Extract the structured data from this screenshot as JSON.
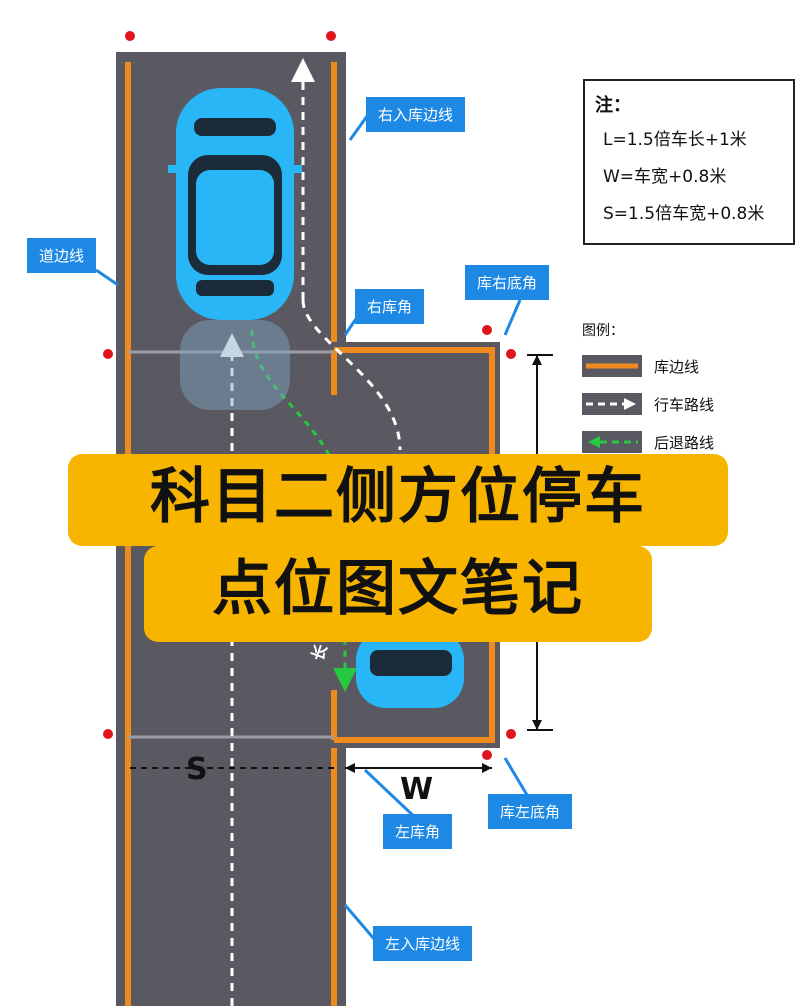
{
  "callouts": {
    "right_entry_edge": "右入库边线",
    "road_edge": "道边线",
    "right_corner": "右库角",
    "bay_right_bottom_corner": "库右底角",
    "left_corner": "左库角",
    "bay_left_bottom_corner": "库左底角",
    "left_entry_edge": "左入库边线"
  },
  "note": {
    "title": "注：",
    "lines": [
      "L=1.5倍车长+1米",
      "W=车宽+0.8米",
      "S=1.5倍车宽+0.8米"
    ]
  },
  "legend": {
    "title": "图例：",
    "items": [
      {
        "label": "库边线",
        "icon": "orange-line-icon"
      },
      {
        "label": "行车路线",
        "icon": "white-dashed-arrow-icon"
      },
      {
        "label": "后退路线",
        "icon": "green-dashed-arrow-icon"
      }
    ]
  },
  "banner": {
    "line1": "科目二侧方位停车",
    "line2": "点位图文笔记"
  },
  "dimensions": {
    "s": "S",
    "w": "W",
    "l_partial": "长"
  },
  "colors": {
    "road": "#5a5962",
    "edge_line": "#ef8a1e",
    "car": "#29b6f6",
    "callout": "#1e88e5",
    "banner": "#f7b500",
    "point": "#e0151b",
    "reverse_path": "#27c93f"
  }
}
